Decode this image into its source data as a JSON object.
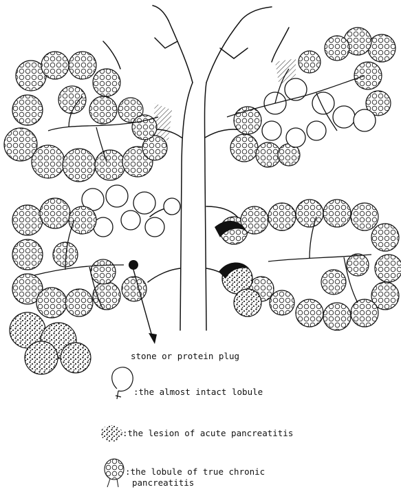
{
  "figure": {
    "arrow_label": "stone or protein plug",
    "legend": [
      {
        "marker": "outline-lobule-icon",
        "text": ":the almost intact lobule"
      },
      {
        "marker": "dotted-lesion-icon",
        "text": ":the lesion of acute pancreatitis"
      },
      {
        "marker": "stippled-lobule-icon",
        "text_line1": ":the lobule of true chronic",
        "text_line2": "pancreatitis"
      }
    ]
  },
  "colors": {
    "ink": "#111111",
    "paper": "#ffffff",
    "dot": "#333333"
  }
}
